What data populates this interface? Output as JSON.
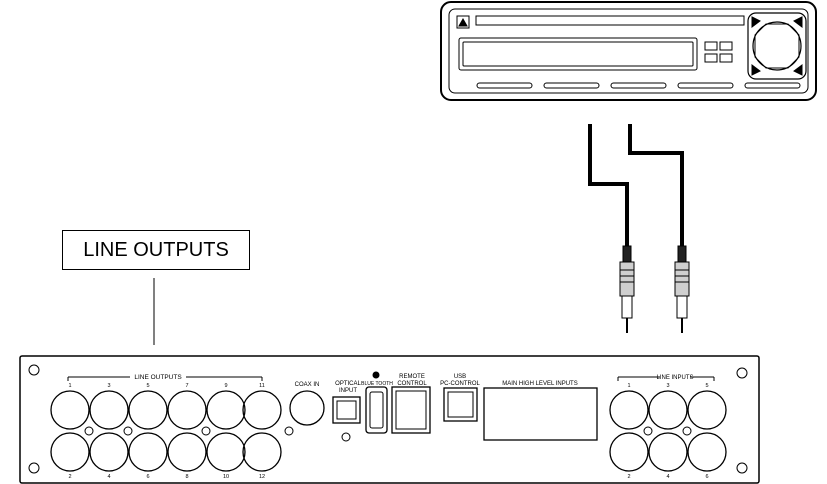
{
  "callout": {
    "text": "LINE OUTPUTS"
  },
  "panel": {
    "line_outputs_label": "LINE OUTPUTS",
    "line_output_numbers_top": [
      "1",
      "3",
      "5",
      "7",
      "9",
      "11"
    ],
    "line_output_numbers_bottom": [
      "2",
      "4",
      "6",
      "8",
      "10",
      "12"
    ],
    "coax_in_label": "COAX IN",
    "optical_input_label_1": "OPTICAL",
    "optical_input_label_2": "INPUT",
    "blue_tooth_label": "BLUE TOOTH",
    "remote_control_label_1": "REMOTE",
    "remote_control_label_2": "CONTROL",
    "usb_pc_control_label_1": "USB",
    "usb_pc_control_label_2": "PC-CONTROL",
    "main_inputs_label": "MAIN HIGH LEVEL INPUTS",
    "line_inputs_label": "LINE INPUTS",
    "line_input_numbers_top": [
      "1",
      "3",
      "5"
    ],
    "line_input_numbers_bottom": [
      "2",
      "4",
      "6"
    ]
  },
  "icons": {
    "head_unit": "car-radio-icon",
    "rca_plug": "rca-plug-icon"
  }
}
